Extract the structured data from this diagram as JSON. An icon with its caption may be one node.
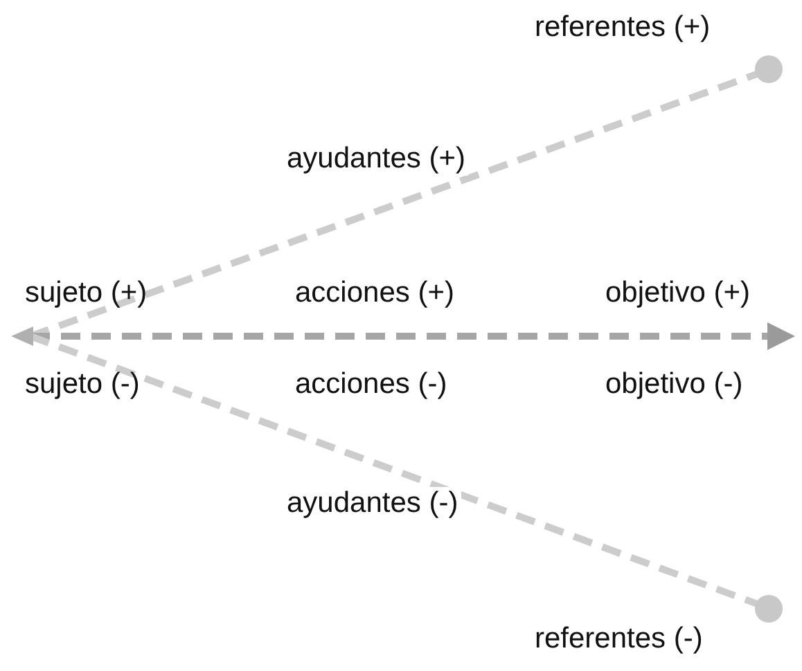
{
  "diagram": {
    "nodes": [
      {
        "text": [],
        "shape": "triangle",
        "beside": [
          "sujeto (+)",
          "sujeto (-)"
        ]
      },
      {
        "text": [],
        "shape": "circle",
        "beside": [
          "referentes (+)"
        ]
      },
      {
        "text": [],
        "shape": "circle",
        "beside": [
          "referentes (-)"
        ]
      }
    ],
    "edges": [
      {
        "from": 0,
        "to": 1,
        "arrow": "none",
        "style": "dashed",
        "label": "ayudantes (+)"
      },
      {
        "from": 0,
        "to": null,
        "arrow": "to",
        "style": "dashed"
      },
      {
        "from": 0,
        "to": 2,
        "arrow": "none",
        "style": "dashed",
        "label": "ayudantes (-)"
      }
    ],
    "labels": [
      "acciones (+)",
      "objetivo (+)",
      "acciones (-)",
      "objetivo (-)"
    ]
  }
}
